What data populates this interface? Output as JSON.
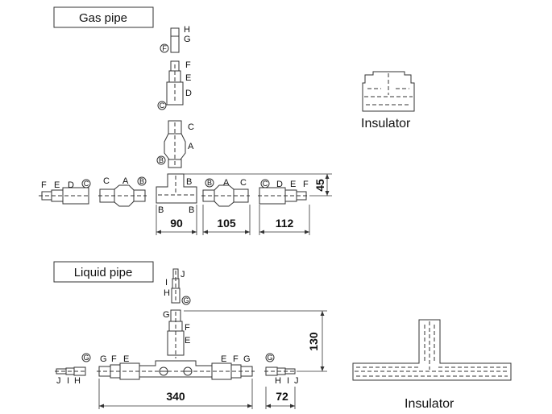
{
  "gas": {
    "title": "Gas pipe",
    "insulator": "Insulator",
    "vertical": {
      "h": "H",
      "g": "G",
      "f_circle": "F",
      "f": "F",
      "e": "E",
      "d": "D",
      "c_circle": "C",
      "c": "C",
      "a": "A",
      "b_circle": "B"
    },
    "tee": {
      "b_right": "B",
      "b_bottom_left": "B",
      "b_bottom_right": "B"
    },
    "left_branch": {
      "f": "F",
      "e": "E",
      "d": "D",
      "c_circle": "C",
      "c": "C",
      "a": "A",
      "b_circle": "B"
    },
    "right_branch": {
      "b_circle": "B",
      "a": "A",
      "c": "C",
      "c_circle": "C",
      "d": "D",
      "e": "E",
      "f": "F"
    },
    "dims": {
      "d90": "90",
      "d105": "105",
      "d112": "112",
      "d45": "45"
    }
  },
  "liquid": {
    "title": "Liquid pipe",
    "insulator": "Insulator",
    "vertical": {
      "i": "I",
      "j": "J",
      "h": "H",
      "g_circle": "G",
      "g": "G",
      "f": "F",
      "e": "E"
    },
    "left_labels": {
      "g_circle": "G",
      "g": "G",
      "f": "F",
      "e": "E",
      "j": "J",
      "i": "I",
      "h": "H"
    },
    "right_labels": {
      "e": "E",
      "f": "F",
      "g": "G",
      "g_circle": "G",
      "h": "H",
      "i": "I",
      "j": "J"
    },
    "dims": {
      "d340": "340",
      "d72": "72",
      "d130": "130"
    }
  }
}
